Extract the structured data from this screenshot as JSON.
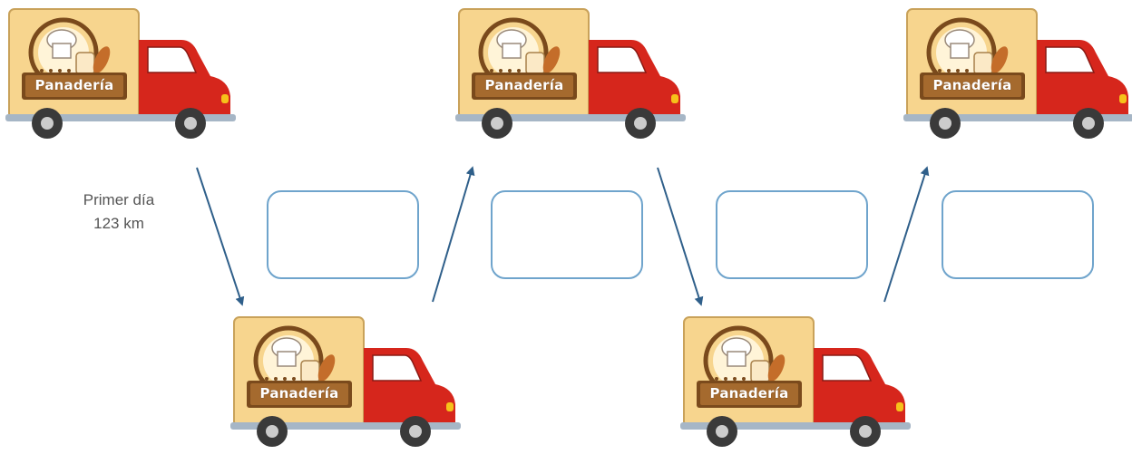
{
  "truck_label": "Panadería",
  "first_day": {
    "line1": "Primer día",
    "line2": "123 km"
  },
  "answer_boxes": [
    {
      "value": ""
    },
    {
      "value": ""
    },
    {
      "value": ""
    },
    {
      "value": ""
    }
  ],
  "colors": {
    "truck_box": "#f7d58e",
    "truck_cab": "#d6261c",
    "arrow": "#2f5f8a",
    "box_border": "#6fa4cc"
  }
}
